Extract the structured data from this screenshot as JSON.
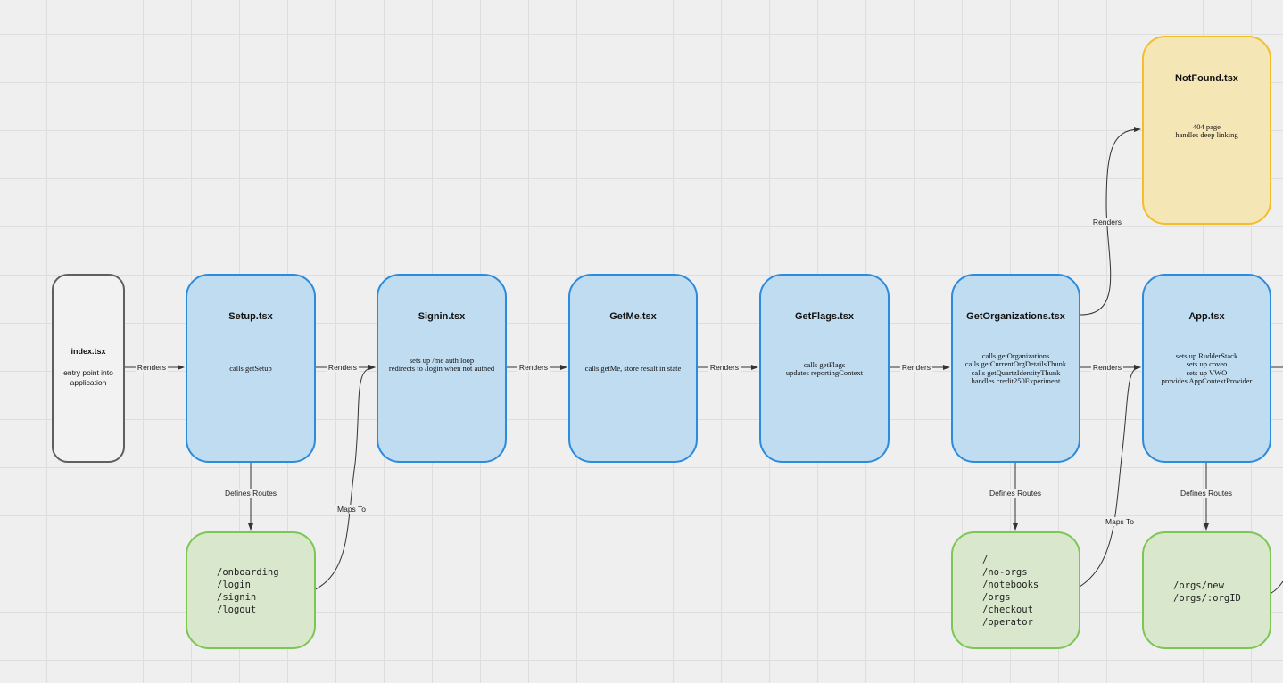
{
  "nodes": {
    "index": {
      "title": "index.tsx",
      "desc": [
        "entry point into",
        "application"
      ]
    },
    "setup": {
      "title": "Setup.tsx",
      "desc": [
        "calls getSetup"
      ]
    },
    "signin": {
      "title": "Signin.tsx",
      "desc": [
        "sets up /me auth loop",
        "redirects to /login when not authed"
      ]
    },
    "getme": {
      "title": "GetMe.tsx",
      "desc": [
        "calls getMe, store result in state"
      ]
    },
    "getflags": {
      "title": "GetFlags.tsx",
      "desc": [
        "calls getFlags",
        "updates reportingContext"
      ]
    },
    "getorgs": {
      "title": "GetOrganizations.tsx",
      "desc": [
        "calls getOrganizations",
        "calls getCurrentOrgDetailsThunk",
        "calls getQuartzIdentityThunk",
        "handles credit250Experiment"
      ]
    },
    "app": {
      "title": "App.tsx",
      "desc": [
        "sets up RudderStack",
        "sets up coveo",
        "sets up VWO",
        "provides AppContextProvider"
      ]
    },
    "notfound": {
      "title": "NotFound.tsx",
      "desc": [
        "404 page",
        "handles deep linking"
      ]
    }
  },
  "routes": {
    "setup": [
      "/onboarding",
      "/login",
      "/signin",
      "/logout"
    ],
    "getorgs": [
      "/",
      "/no-orgs",
      "/notebooks",
      "/orgs",
      "/checkout",
      "/operator"
    ],
    "app": [
      "/orgs/new",
      "/orgs/:orgID"
    ]
  },
  "edge_labels": {
    "index_setup": "Renders",
    "setup_signin": "Renders",
    "signin_getme": "Renders",
    "getme_getflags": "Renders",
    "getflags_getorgs": "Renders",
    "getorgs_app": "Renders",
    "getorgs_notfound": "Renders",
    "setup_routes": "Defines Routes",
    "getorgs_routes": "Defines Routes",
    "app_routes": "Defines Routes",
    "signin_mapsto": "Maps To",
    "orgs_mapsto": "Maps To"
  },
  "colors": {
    "component_border": "#2b8bdc",
    "component_fill": "#c0dcf0",
    "routes_border": "#7cc653",
    "routes_fill": "#d9e8cd",
    "notfound_border": "#f4bd2a",
    "notfound_fill": "#f5e6b5",
    "entry_border": "#5f5f5f",
    "edge": "#333333"
  }
}
